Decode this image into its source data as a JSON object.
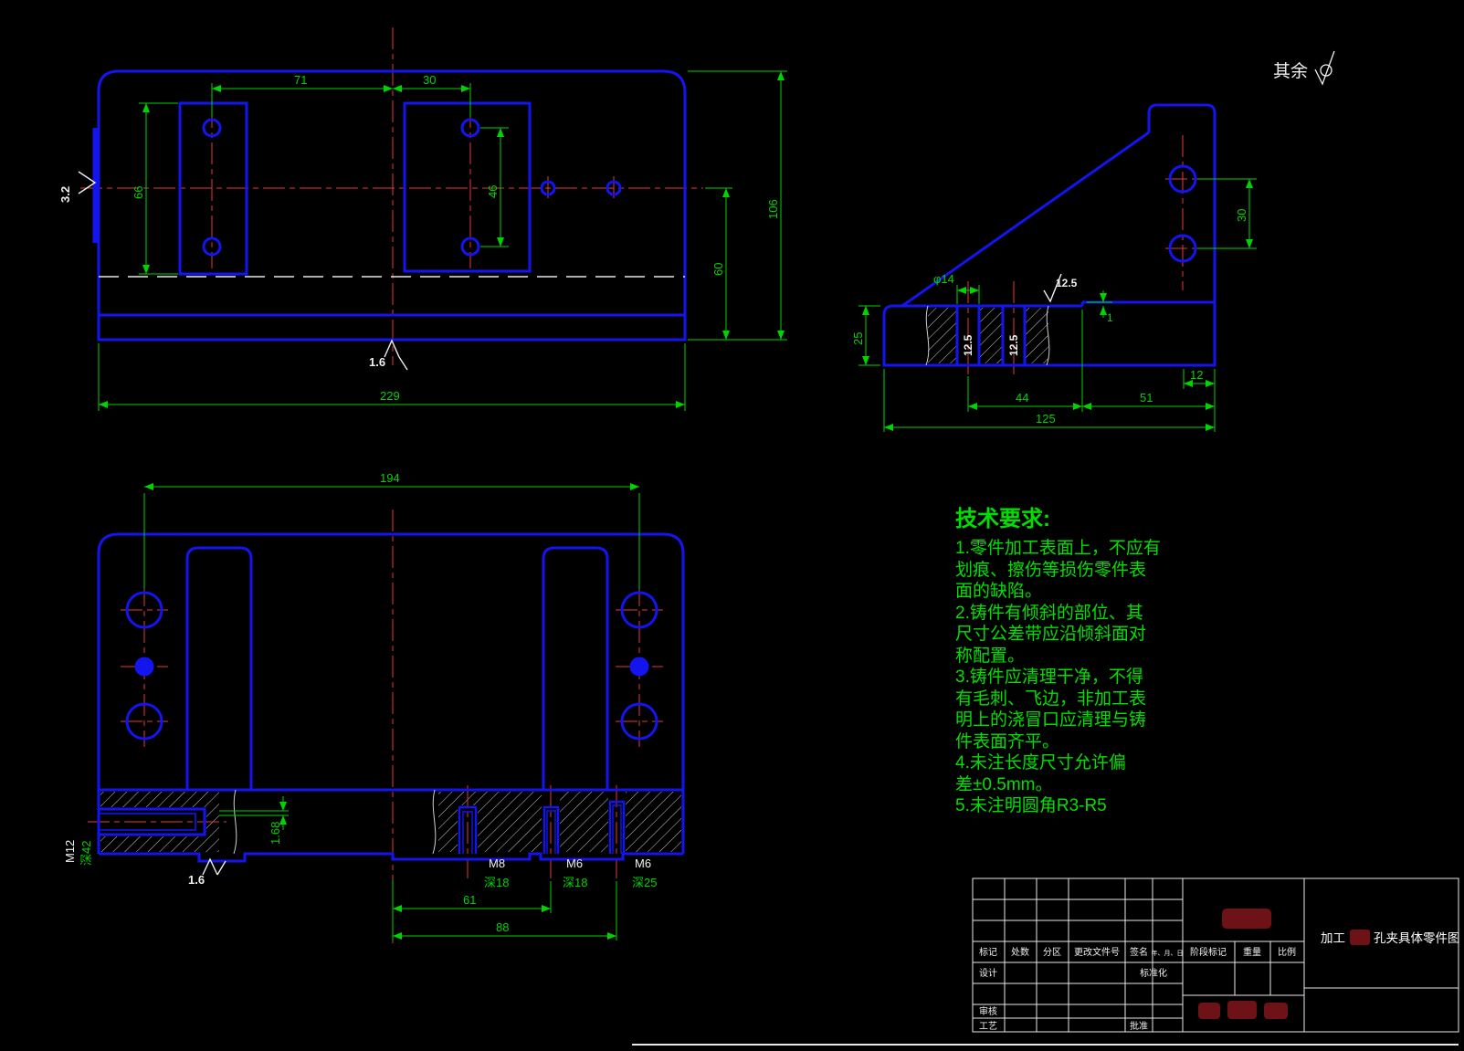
{
  "colors": {
    "background": "#000000",
    "outline_blue": "#1414ef",
    "dimension_green": "#00d400",
    "centerline_red": "#e23a3a",
    "annotation_white": "#f0f0f0"
  },
  "surface_note": {
    "label": "其余"
  },
  "top_view": {
    "dim_71": "71",
    "dim_30": "30",
    "dim_66": "66",
    "dim_46": "46",
    "dim_106": "106",
    "dim_60": "60",
    "dim_229": "229",
    "finish_3_2": "3.2",
    "finish_1_6": "1.6"
  },
  "side_view": {
    "dim_phi14": "φ14",
    "dim_30": "30",
    "dim_25": "25",
    "dim_1": "1",
    "dim_12": "12",
    "dim_44": "44",
    "dim_51": "51",
    "dim_125": "125",
    "finish_hole_left": "12.5",
    "finish_hole_right": "12.5",
    "finish_top": "12.5"
  },
  "front_view": {
    "dim_194": "194",
    "dim_1_68": "1.68",
    "dim_61": "61",
    "dim_88": "88",
    "finish_1_6": "1.6",
    "thread_m12": "M12",
    "depth_m12": "深42",
    "thread_m8": "M8",
    "depth_m8": "深18",
    "thread_m6_1": "M6",
    "depth_m6_1": "深18",
    "thread_m6_2": "M6",
    "depth_m6_2": "深25"
  },
  "tech_req": {
    "title": "技术要求:",
    "lines": [
      "1.零件加工表面上，不应有",
      "划痕、擦伤等损伤零件表",
      "面的缺陷。",
      "2.铸件有倾斜的部位、其",
      "尺寸公差带应沿倾斜面对",
      "称配置。",
      "3.铸件应清理干净，不得",
      "有毛刺、飞边，非加工表",
      "明上的浇冒口应清理与铸",
      "件表面齐平。",
      "4.未注长度尺寸允许偏",
      "差±0.5mm。",
      "5.未注明圆角R3-R5"
    ]
  },
  "title_block": {
    "part_title_prefix": "加工",
    "part_title_suffix": "孔夹具体零件图",
    "header_mark": "标记",
    "header_count": "处数",
    "header_zone": "分区",
    "header_doc_no": "更改文件号",
    "header_sign": "签名",
    "header_date": "年、月、日",
    "row_design": "设计",
    "row_audit": "审核",
    "row_process": "工艺",
    "std_label": "标准化",
    "approve_label": "批准",
    "stage_label": "阶段标记",
    "weight_label": "重量",
    "scale_label": "比例"
  }
}
